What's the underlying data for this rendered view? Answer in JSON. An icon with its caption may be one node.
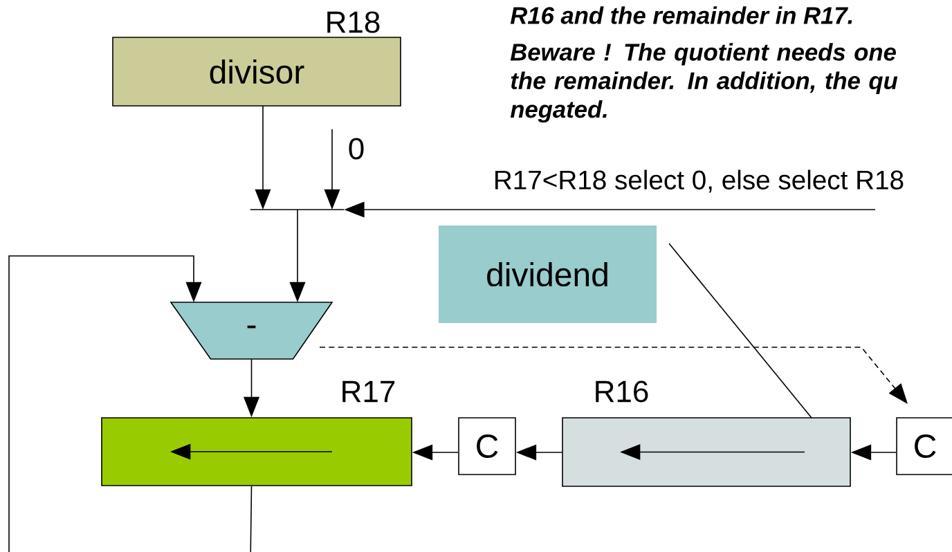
{
  "diagram": {
    "nodes": [
      {
        "text": [
          "divisor"
        ],
        "beside": [
          "R18"
        ]
      },
      {
        "text": [],
        "shape": "bar"
      },
      {
        "text": [
          "-"
        ]
      },
      {
        "text": [
          "dividend"
        ]
      },
      {
        "text": [],
        "shape": "box",
        "beside": [
          "R17"
        ]
      },
      {
        "text": [
          "C"
        ]
      },
      {
        "text": [],
        "shape": "box",
        "beside": [
          "R16"
        ]
      },
      {
        "text": [
          "C"
        ]
      }
    ],
    "edges": [
      {
        "from": 0,
        "to": 1,
        "arrow": "to"
      },
      {
        "from": null,
        "to": 1,
        "arrow": "to",
        "label": "0"
      },
      {
        "from": null,
        "to": 1,
        "arrow": "to",
        "label": "R17<R18 select 0, else select R18"
      },
      {
        "from": 1,
        "to": 2,
        "arrow": "to"
      },
      {
        "from": 4,
        "to": 2,
        "arrow": "to"
      },
      {
        "from": 2,
        "to": 4,
        "arrow": "to"
      },
      {
        "from": 5,
        "to": 4,
        "arrow": "to"
      },
      {
        "from": 6,
        "to": 5,
        "arrow": "to"
      },
      {
        "from": 7,
        "to": 6,
        "arrow": "to"
      },
      {
        "from": 2,
        "to": 7,
        "arrow": "to",
        "style": "dashed"
      },
      {
        "from": 3,
        "to": 6,
        "arrow": "none"
      }
    ],
    "labels": [
      "R16 and the remainder in R17.",
      "Beware ! The quotient needs one the remainder. In addition, the qu negated."
    ]
  }
}
